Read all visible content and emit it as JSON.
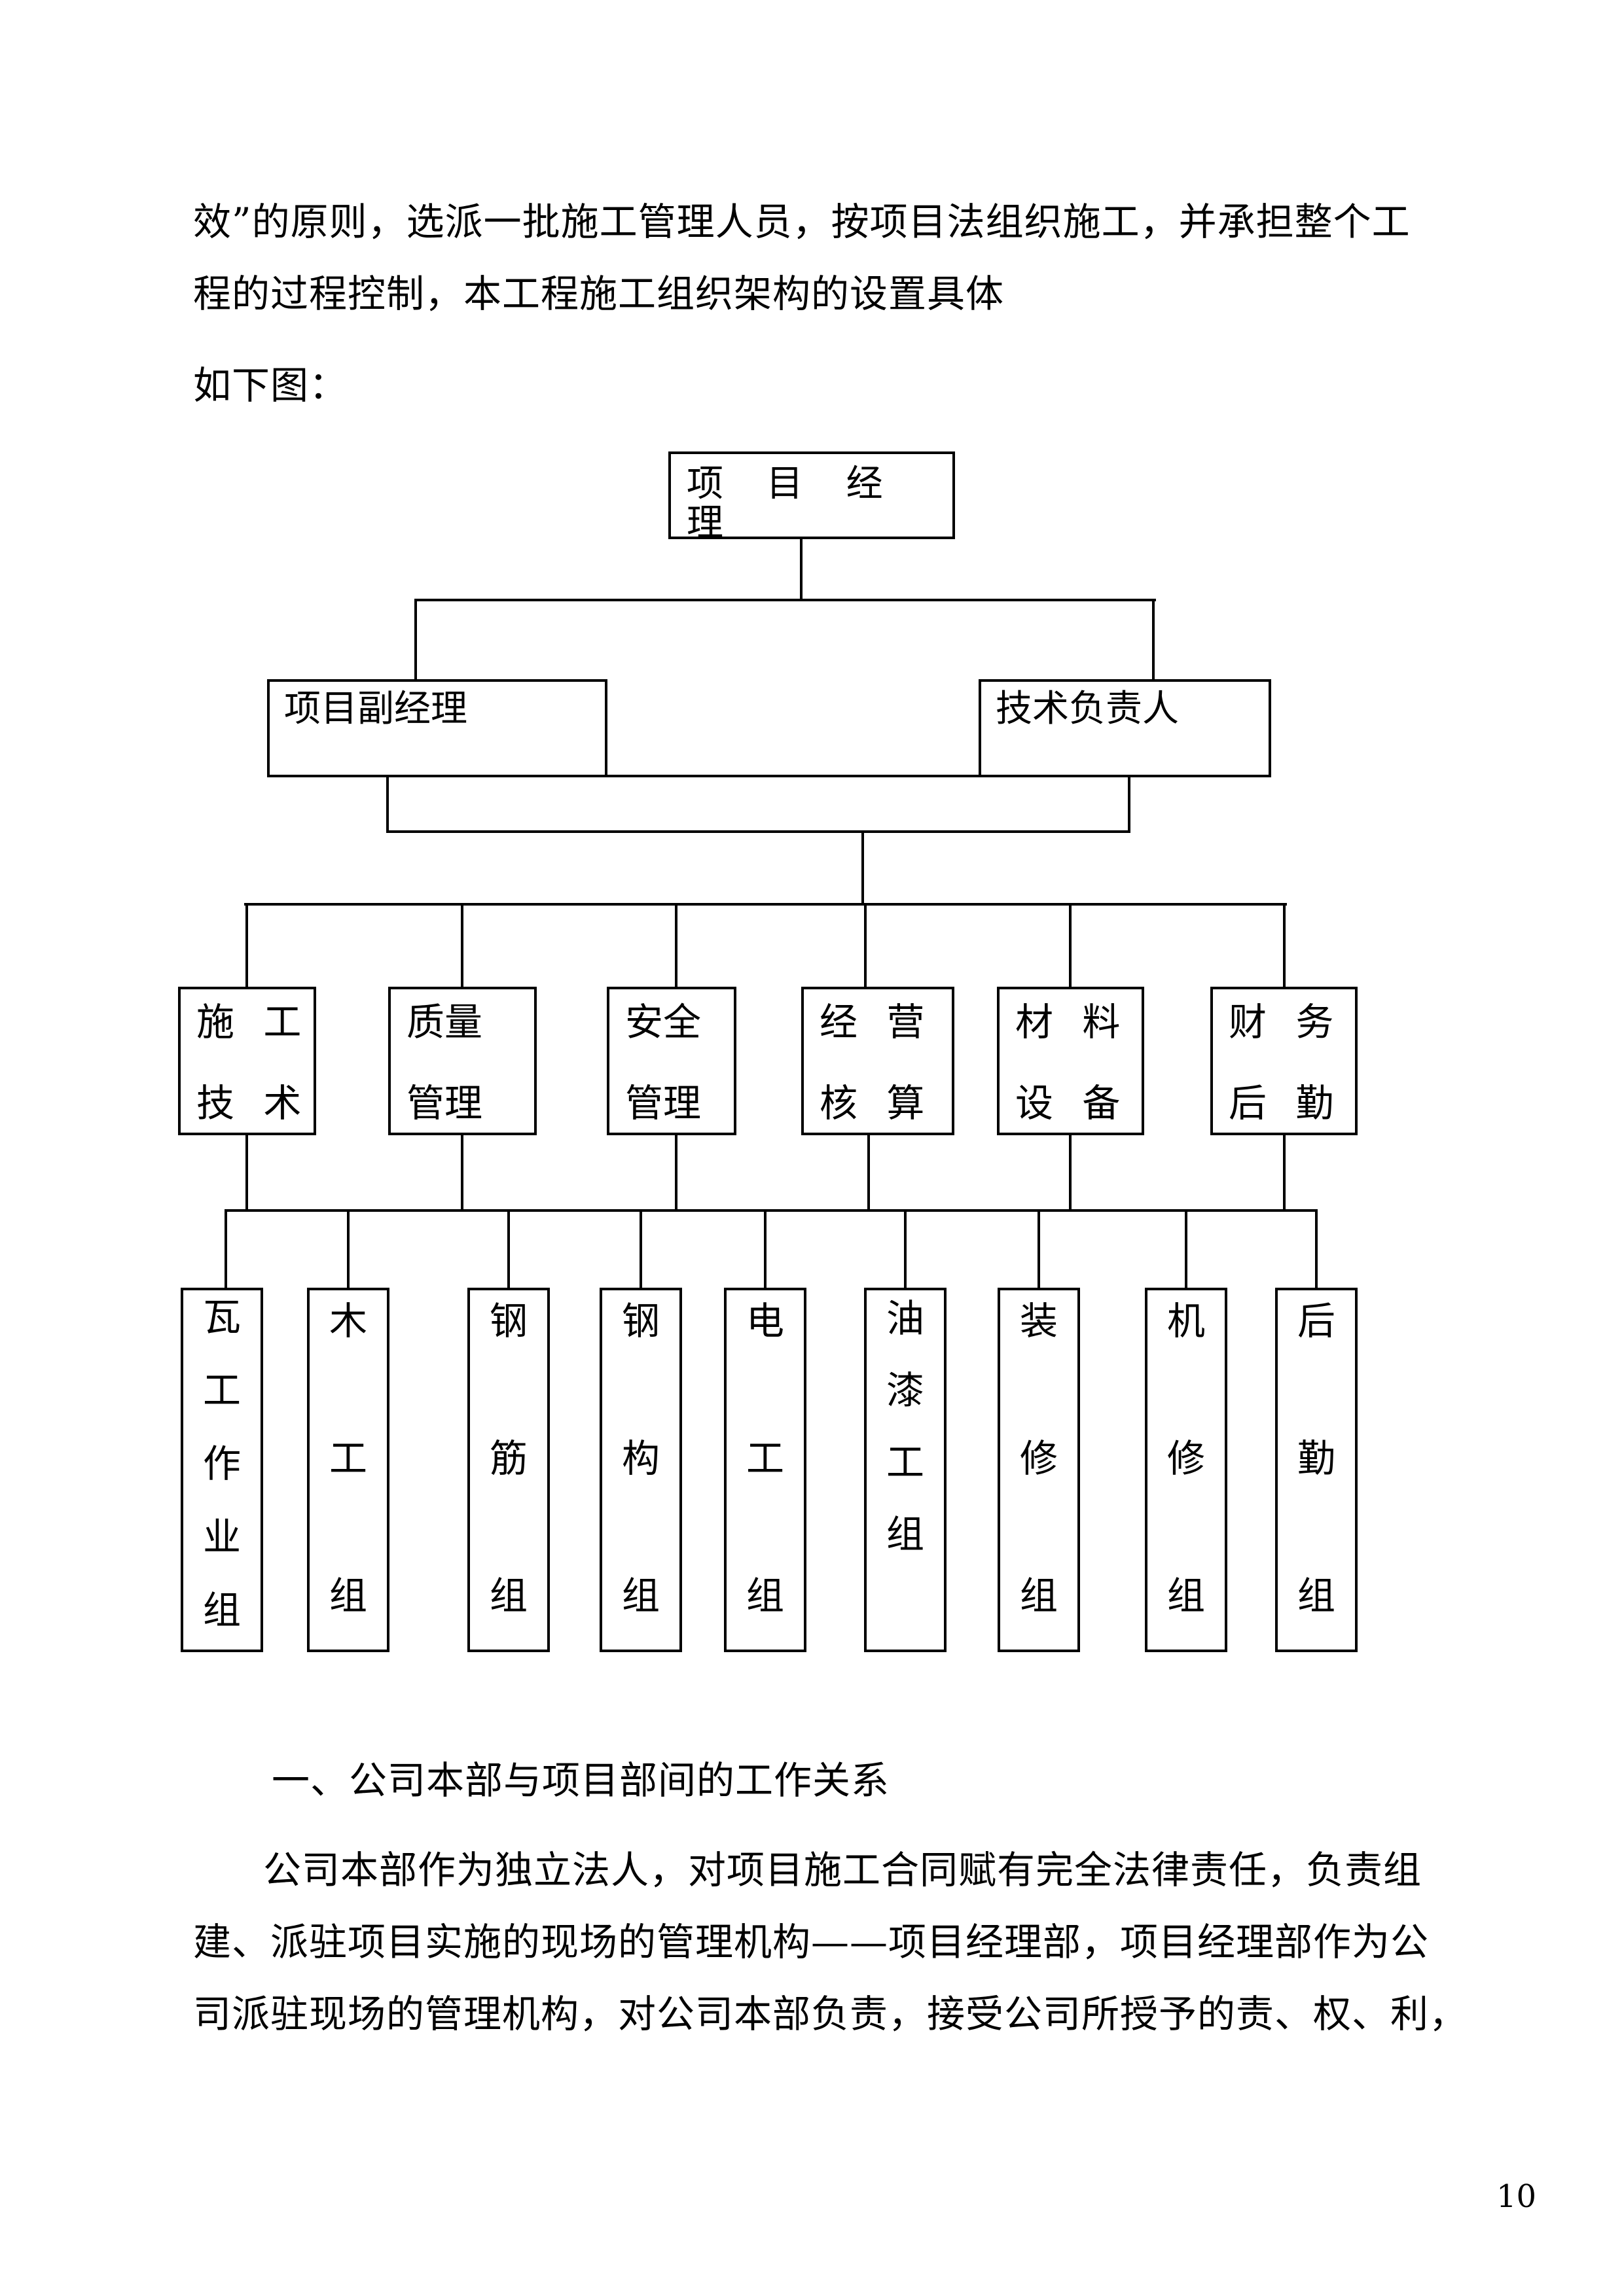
{
  "meta": {
    "colors": {
      "text": "#000000",
      "background": "#ffffff"
    }
  },
  "intro": {
    "line1": "效”的原则，选派一批施工管理人员，按项目法组织施工，并承担整个工",
    "line2": "程的过程控制，本工程施工组织架构的设置具体",
    "line3": "如下图："
  },
  "chart": {
    "level1": {
      "label": "项 目 经 理"
    },
    "level2": [
      {
        "label": "项目副经理"
      },
      {
        "label": "技术负责人"
      }
    ],
    "level3": [
      {
        "line1": "施 工",
        "line2": "技 术"
      },
      {
        "line1": "质量",
        "line2": "管理"
      },
      {
        "line1": "安全",
        "line2": "管理"
      },
      {
        "line1": "经 营",
        "line2": "核 算"
      },
      {
        "line1": "材 料",
        "line2": "设 备"
      },
      {
        "line1": "财 务",
        "line2": "后 勤"
      }
    ],
    "level4": [
      {
        "chars": [
          "瓦",
          "工",
          "作",
          "业",
          "组"
        ]
      },
      {
        "chars": [
          "木",
          "工",
          "组"
        ]
      },
      {
        "chars": [
          "钢",
          "筋",
          "组"
        ]
      },
      {
        "chars": [
          "钢",
          "构",
          "组"
        ]
      },
      {
        "chars": [
          "电",
          "工",
          "组"
        ]
      },
      {
        "chars": [
          "油",
          "漆",
          "工",
          "组"
        ]
      },
      {
        "chars": [
          "装",
          "修",
          "组"
        ]
      },
      {
        "chars": [
          "机",
          "修",
          "组"
        ]
      },
      {
        "chars": [
          "后",
          "勤",
          "组"
        ]
      }
    ]
  },
  "section": {
    "heading": "一、公司本部与项目部间的工作关系"
  },
  "body": {
    "line1": "公司本部作为独立法人，对项目施工合同赋有完全法律责任，负责组",
    "line2": "建、派驻项目实施的现场的管理机构——项目经理部，项目经理部作为公",
    "line3": "司派驻现场的管理机构，对公司本部负责，接受公司所授予的责、权、利，"
  },
  "footer": {
    "page_number": "10"
  }
}
